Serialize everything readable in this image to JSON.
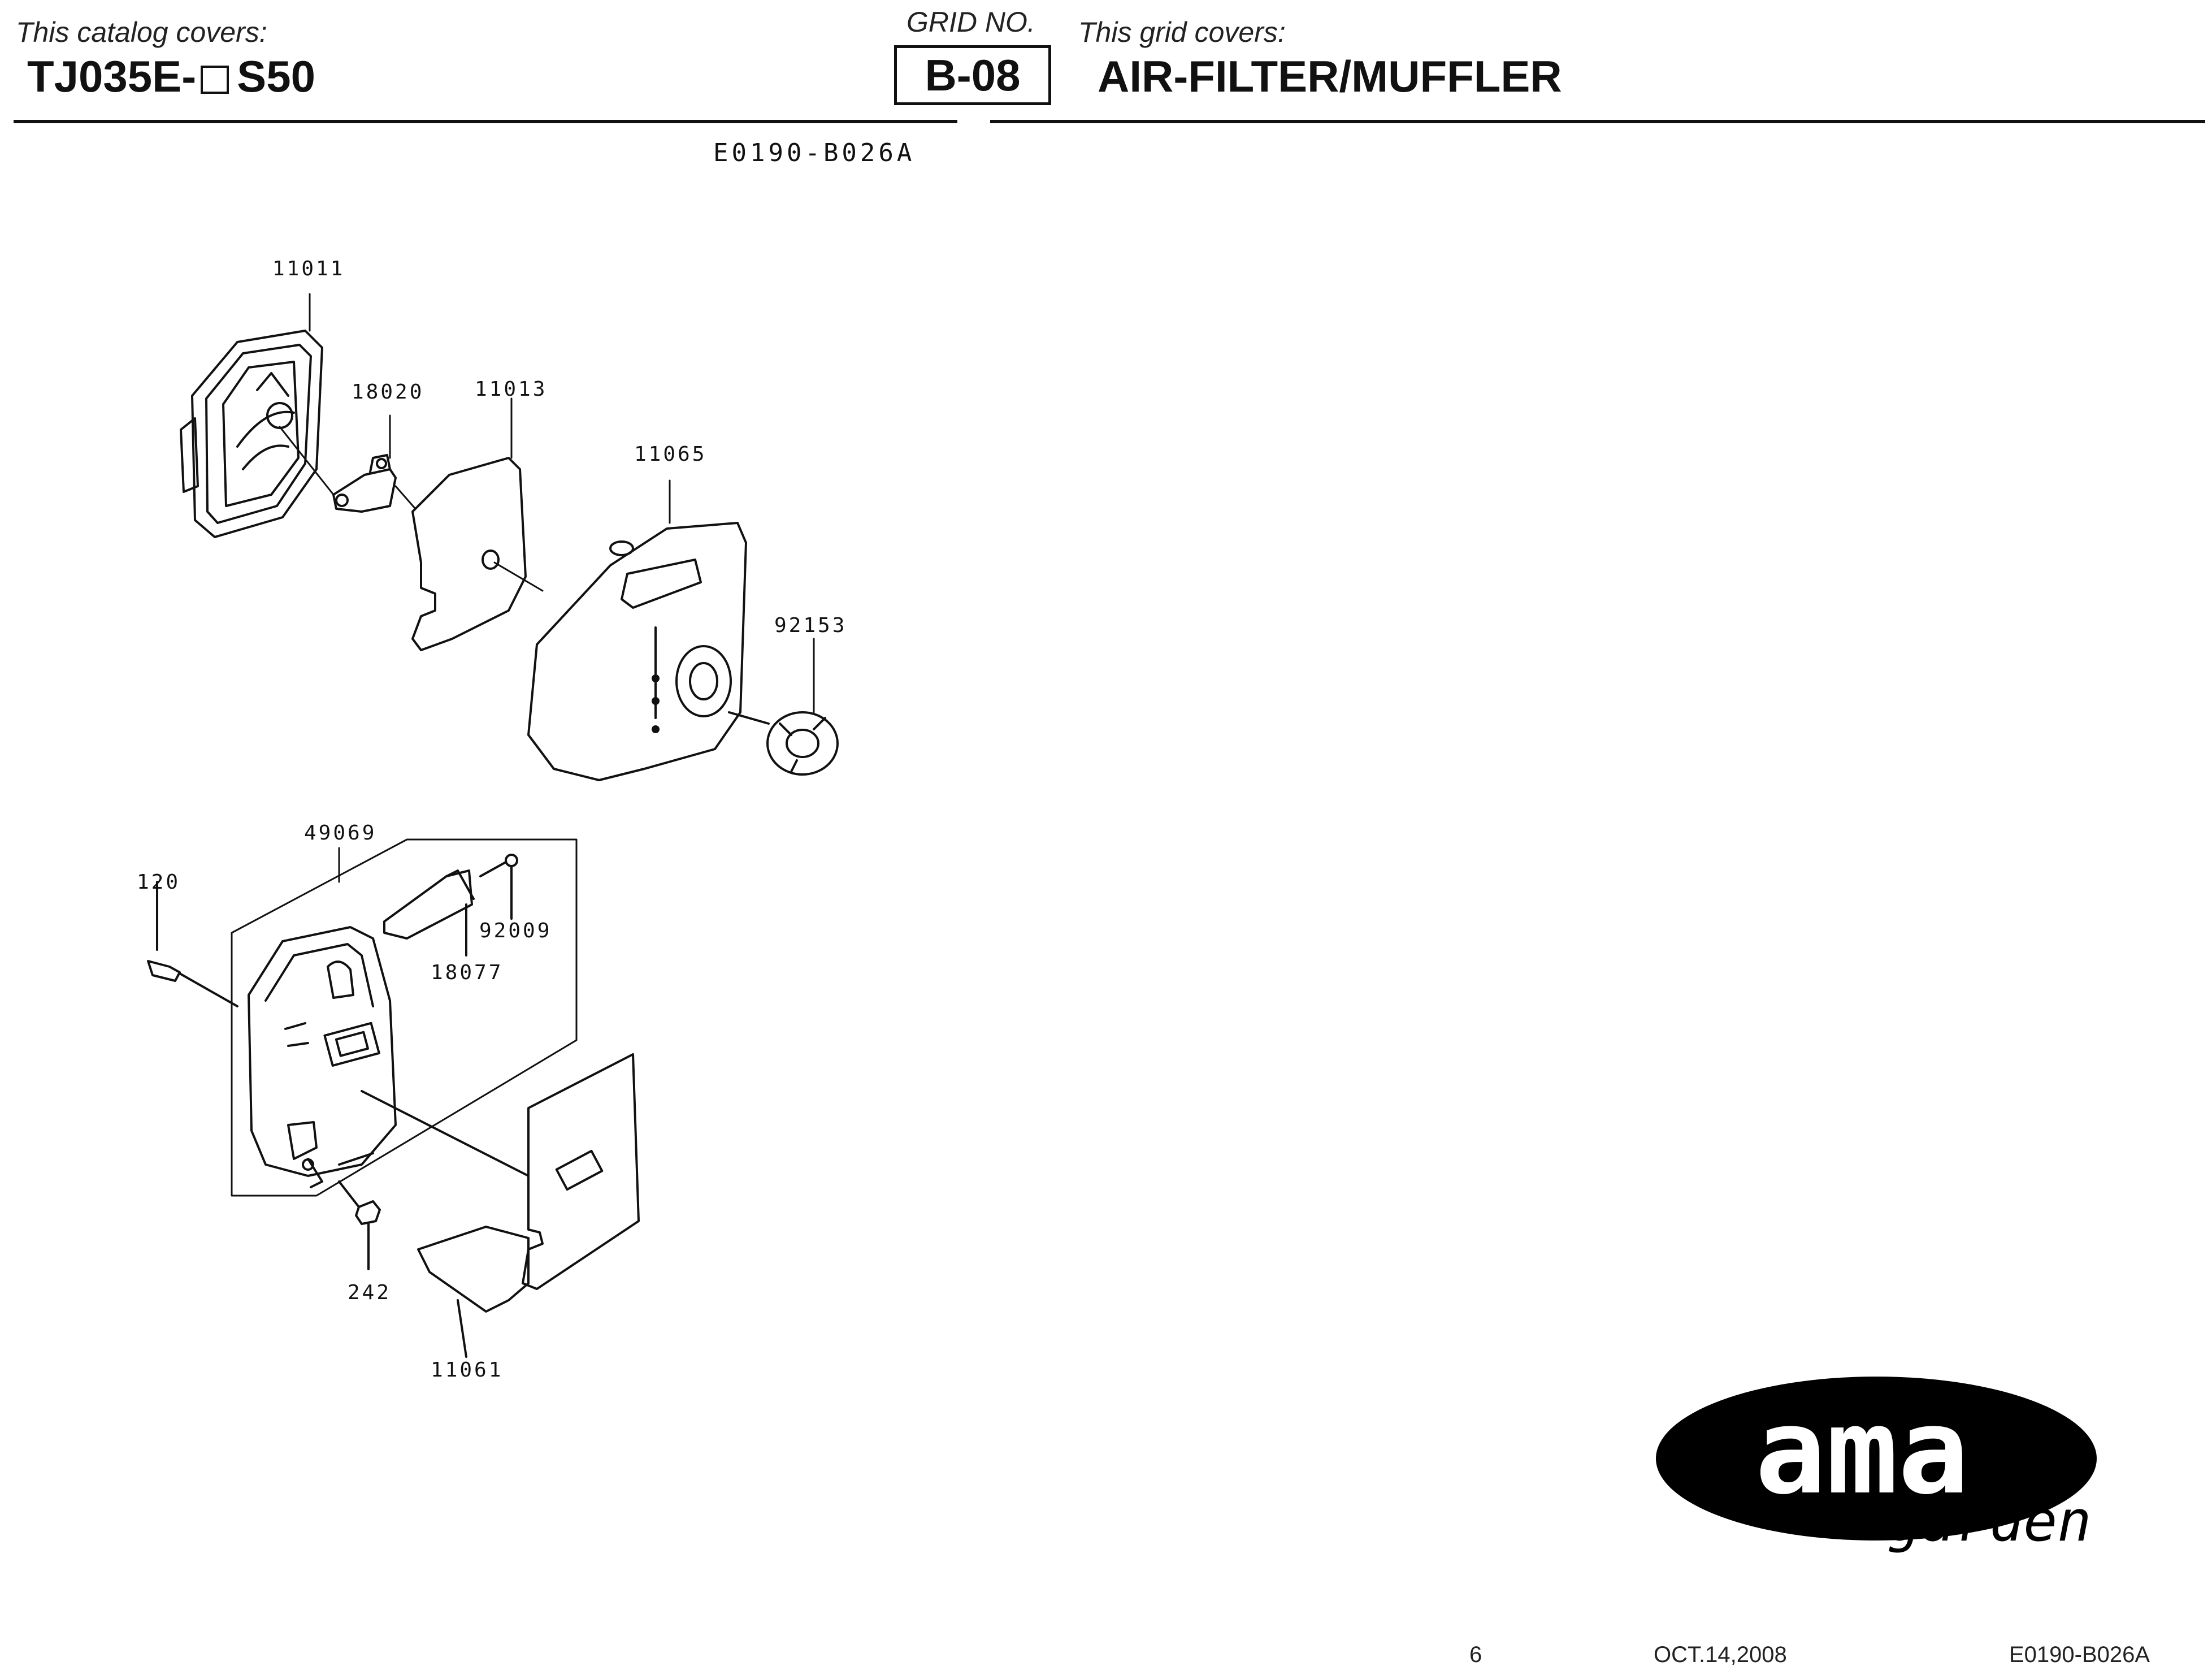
{
  "header": {
    "catalog_covers_label": "This catalog covers:",
    "model_prefix": "TJ035E-",
    "model_suffix": "S50",
    "grid_no_label": "GRID NO.",
    "grid_no": "B-08",
    "grid_covers_label": "This grid covers:",
    "grid_title": "AIR-FILTER/MUFFLER"
  },
  "drawing_code": "E0190-B026A",
  "part_numbers": {
    "air_filter_case": "11011",
    "bracket_18020": "18020",
    "air_filter_element": "11013",
    "air_filter_cover": "11065",
    "knob_92153": "92153",
    "muffler_assy": "49069",
    "bolt_120": "120",
    "screw_92009": "92009",
    "muffler_cover_18077": "18077",
    "bolt_242": "242",
    "heat_shield_11061": "11061"
  },
  "logo": {
    "brand": "ama",
    "sub": "garden",
    "color": "#000000"
  },
  "footer": {
    "page": "6",
    "date": "OCT.14,2008",
    "code": "E0190-B026A"
  }
}
